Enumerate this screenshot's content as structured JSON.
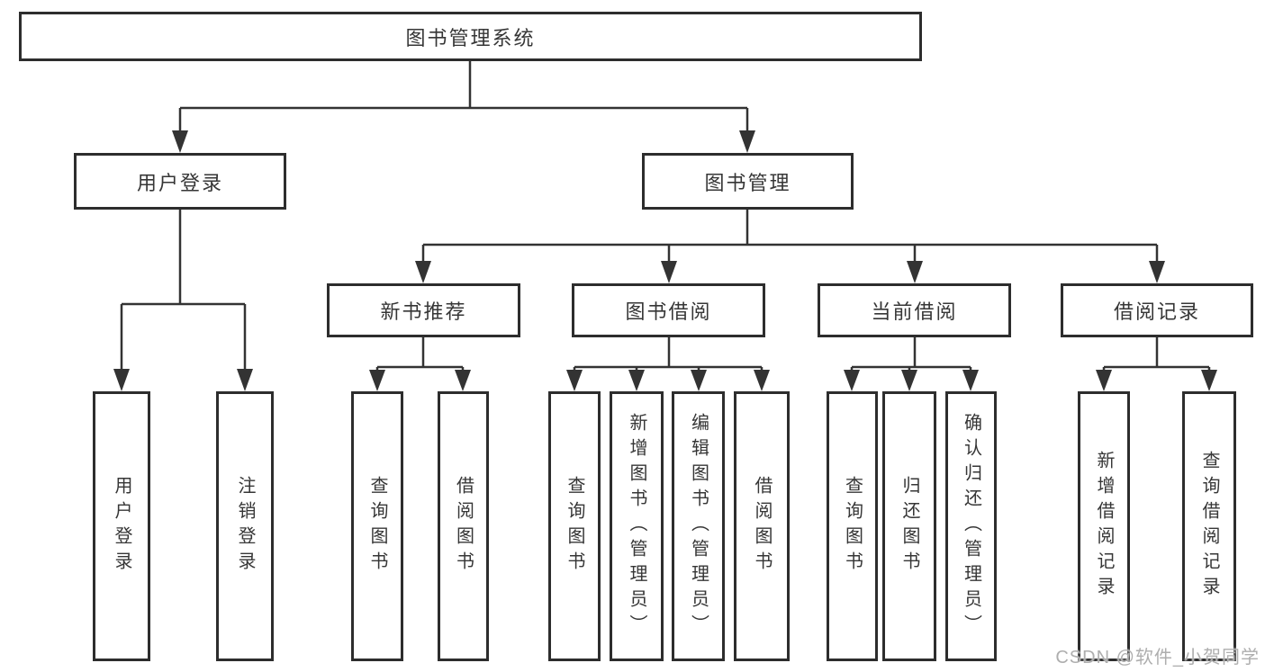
{
  "diagram": {
    "type": "hierarchy-structure-chart",
    "background": "#ffffff",
    "line_color": "#333333",
    "box_border_color": "#2d2d2d",
    "text_color": "#363636",
    "watermark_color": "#aeaeae",
    "tree": {
      "root": "图书管理系统",
      "children": [
        {
          "label": "用户登录",
          "children": [
            "用户登录",
            "注销登录"
          ]
        },
        {
          "label": "图书管理",
          "children": [
            {
              "label": "新书推荐",
              "children": [
                "查询图书",
                "借阅图书"
              ]
            },
            {
              "label": "图书借阅",
              "children": [
                "查询图书",
                "新增图书（管理员）",
                "编辑图书（管理员）",
                "借阅图书"
              ]
            },
            {
              "label": "当前借阅",
              "children": [
                "查询图书",
                "归还图书",
                "确认归还（管理员）"
              ]
            },
            {
              "label": "借阅记录",
              "children": [
                "新增借阅记录",
                "查询借阅记录"
              ]
            }
          ]
        }
      ]
    },
    "watermark": "CSDN @软件_小贺同学"
  }
}
